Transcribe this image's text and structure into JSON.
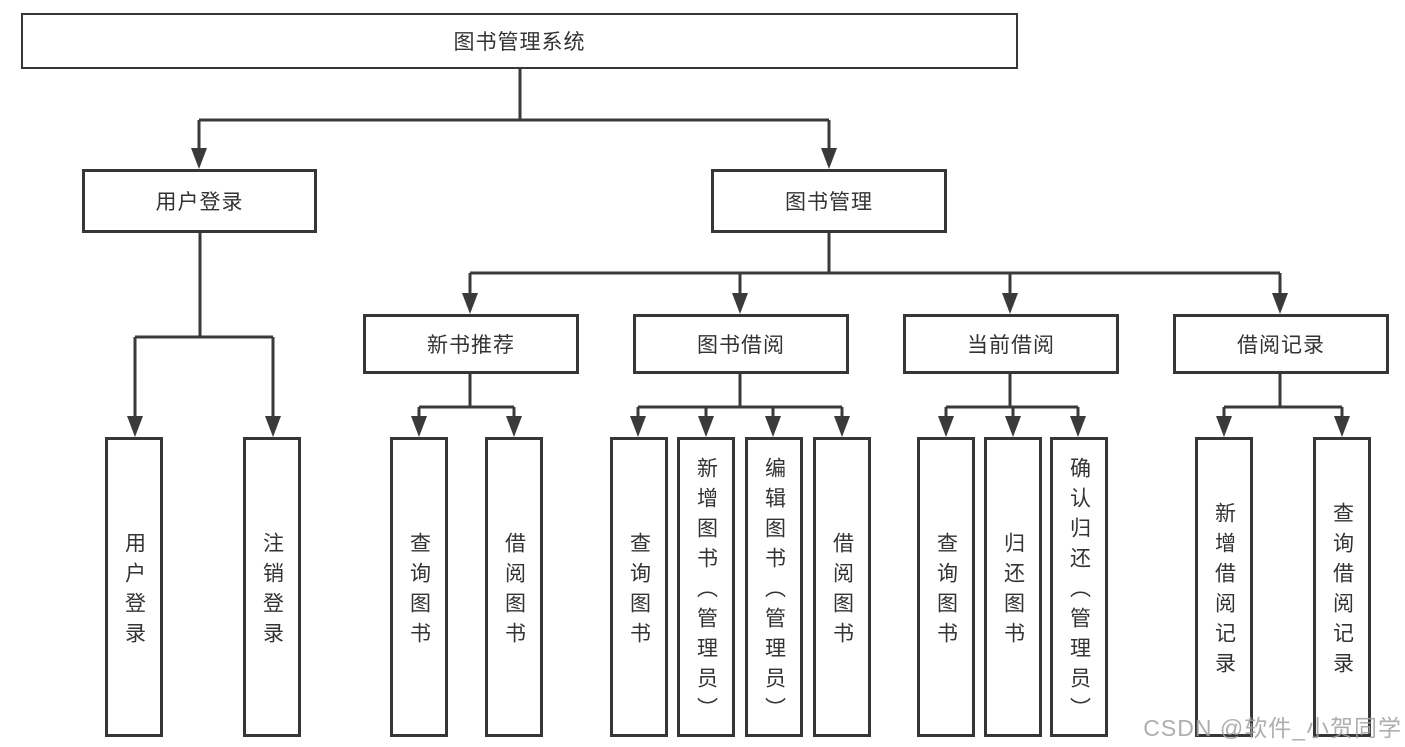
{
  "diagram": {
    "root": {
      "label": "图书管理系统"
    },
    "level2": [
      {
        "label": "用户登录"
      },
      {
        "label": "图书管理"
      }
    ],
    "level3": [
      {
        "label": "新书推荐"
      },
      {
        "label": "图书借阅"
      },
      {
        "label": "当前借阅"
      },
      {
        "label": "借阅记录"
      }
    ],
    "leaves": [
      {
        "label": "用户登录"
      },
      {
        "label": "注销登录"
      },
      {
        "label": "查询图书"
      },
      {
        "label": "借阅图书"
      },
      {
        "label": "查询图书"
      },
      {
        "label": "新增图书（管理员）"
      },
      {
        "label": "编辑图书（管理员）"
      },
      {
        "label": "借阅图书"
      },
      {
        "label": "查询图书"
      },
      {
        "label": "归还图书"
      },
      {
        "label": "确认归还（管理员）"
      },
      {
        "label": "新增借阅记录"
      },
      {
        "label": "查询借阅记录"
      }
    ]
  },
  "watermark": {
    "text": "CSDN @软件_小贺同学"
  },
  "colors": {
    "line": "#3a3a3a",
    "box_border": "#363636",
    "box_fill": "#ffffff",
    "text": "#333333",
    "watermark": "#a0a0a0",
    "background": "#ffffff"
  }
}
